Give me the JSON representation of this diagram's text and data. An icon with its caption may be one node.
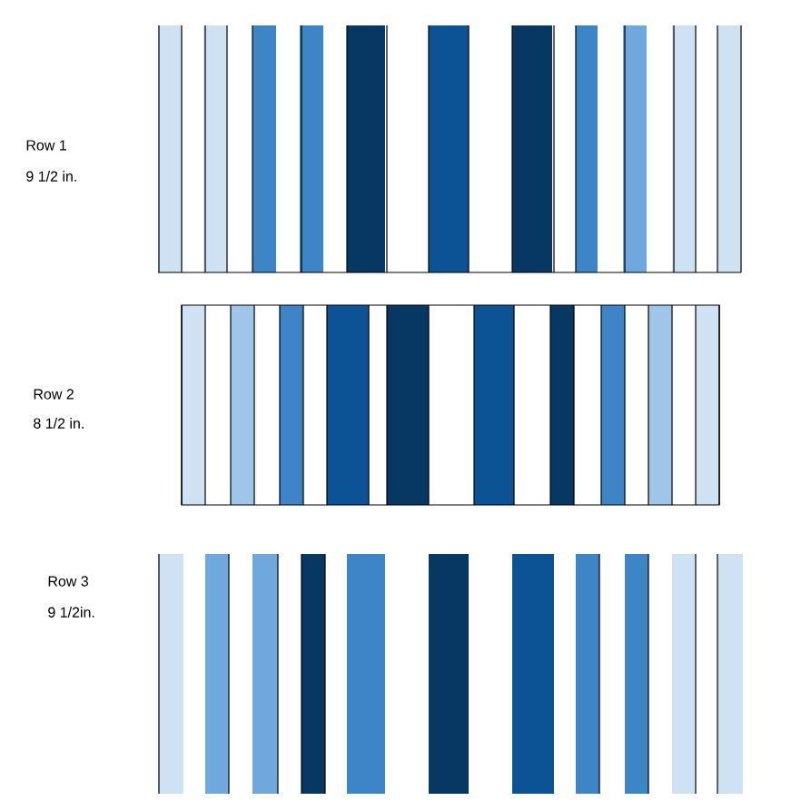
{
  "diagram": {
    "labels": [
      "Row 1",
      "9 1/2 in.",
      "Row 2",
      "8 1/2 in.",
      "Row 3",
      "9 1/2in."
    ]
  }
}
